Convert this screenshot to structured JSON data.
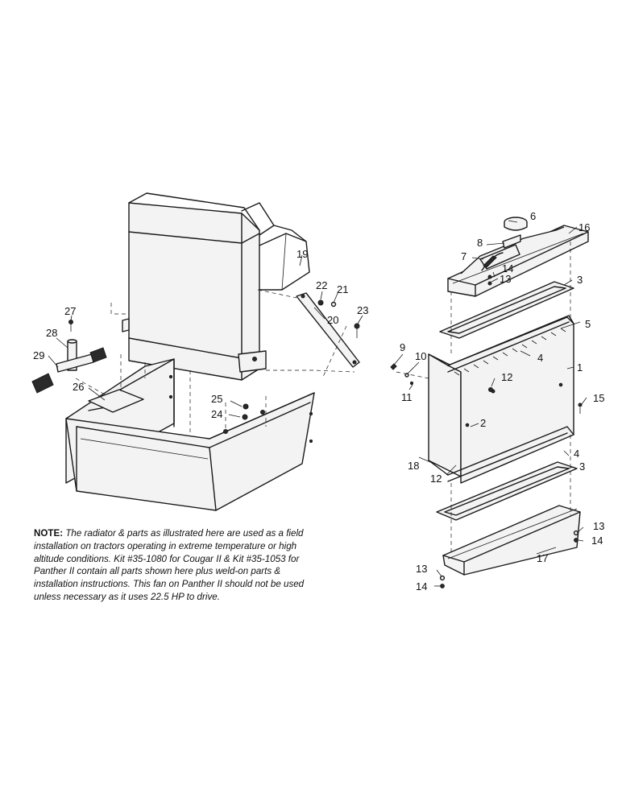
{
  "callouts": {
    "c1": "1",
    "c2": "2",
    "c3a": "3",
    "c3b": "3",
    "c4a": "4",
    "c4b": "4",
    "c5": "5",
    "c6": "6",
    "c7": "7",
    "c8": "8",
    "c9": "9",
    "c10": "10",
    "c11": "11",
    "c12a": "12",
    "c12b": "12",
    "c13a": "13",
    "c13b": "13",
    "c13c": "13",
    "c14a": "14",
    "c14b": "14",
    "c14c": "14",
    "c15": "15",
    "c16": "16",
    "c17": "17",
    "c18": "18",
    "c19": "19",
    "c20": "20",
    "c21": "21",
    "c22": "22",
    "c23": "23",
    "c24": "24",
    "c25": "25",
    "c26": "26",
    "c27": "27",
    "c28": "28",
    "c29": "29"
  },
  "note": {
    "label": "NOTE:",
    "text": "The radiator & parts as illustrated here are used as a field installation on tractors operating in extreme temperature or high altitude conditions. Kit #35-1080 for Cougar II & Kit #35-1053 for Panther II contain all parts shown here plus weld-on parts & installation instructions. This fan on Panther II should not be used unless necessary as it uses 22.5 HP to drive."
  }
}
